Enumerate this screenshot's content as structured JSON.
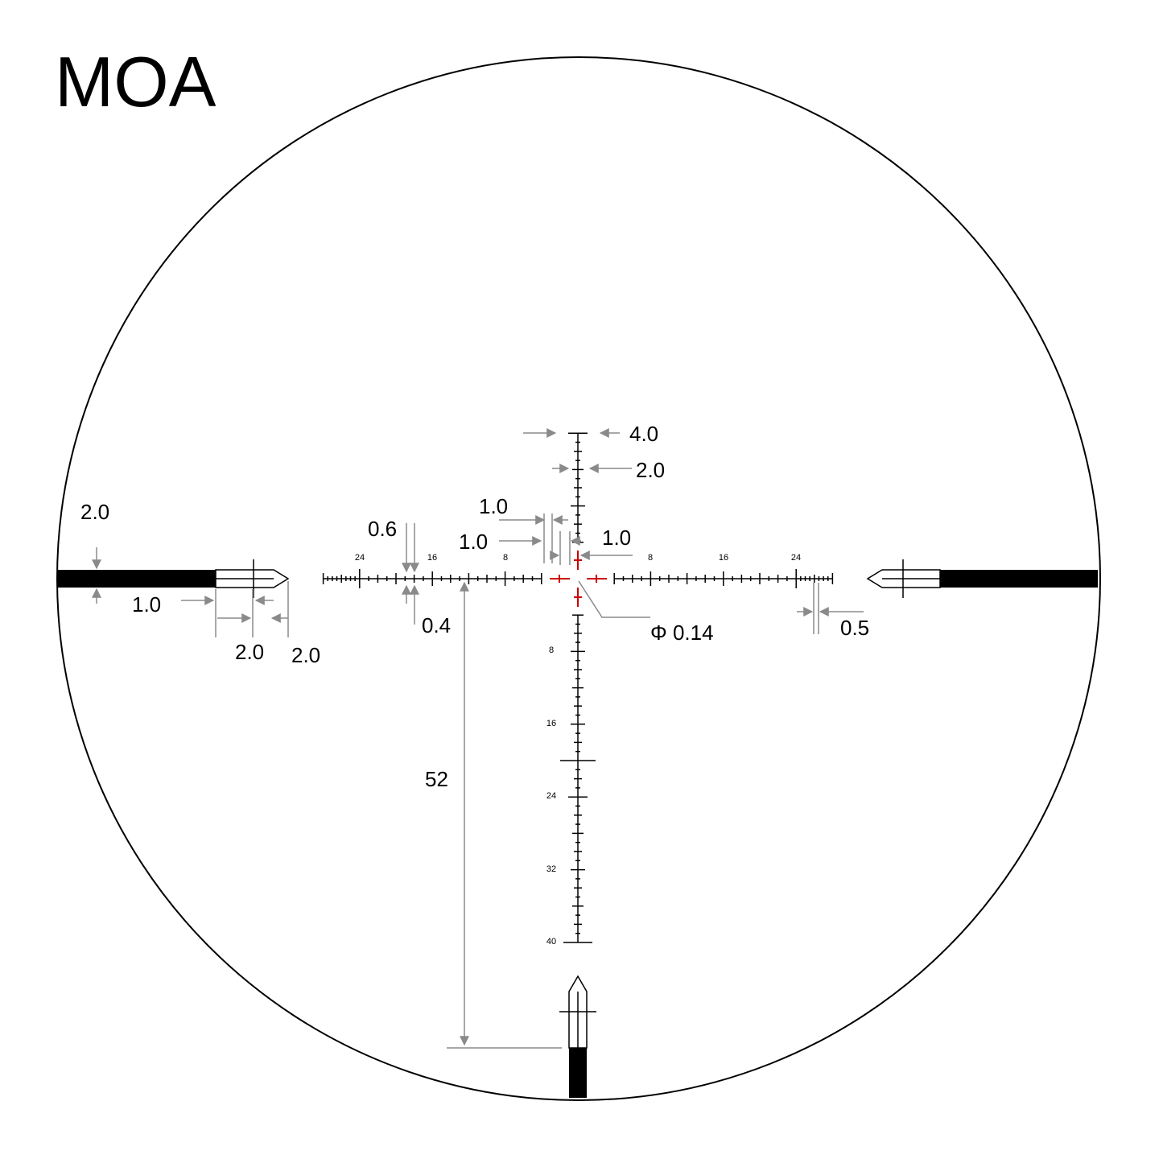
{
  "title": "MOA",
  "colors": {
    "line": "#000000",
    "dimension": "#8a8a8a",
    "center": "#cc0000"
  },
  "scale": {
    "horizontal_labels_left": [
      "24",
      "16",
      "8"
    ],
    "horizontal_labels_right": [
      "8",
      "16",
      "24"
    ],
    "vertical_labels": [
      "8",
      "16",
      "24",
      "32",
      "40"
    ]
  },
  "dimensions": {
    "top_post_width": "4.0",
    "major_tick_width": "2.0",
    "tick_spacing": "1.0",
    "center_gap": "1.0",
    "center_offset": "1.0",
    "center_dot": "Φ 0.14",
    "fine_tick_height": "0.6",
    "fine_tick_offset": "0.4",
    "fine_tick_spacing": "0.5",
    "post_thickness": "2.0",
    "post_tip_gap": "1.0",
    "post_tip_length_a": "2.0",
    "post_tip_length_b": "2.0",
    "bottom_post_distance": "52"
  }
}
